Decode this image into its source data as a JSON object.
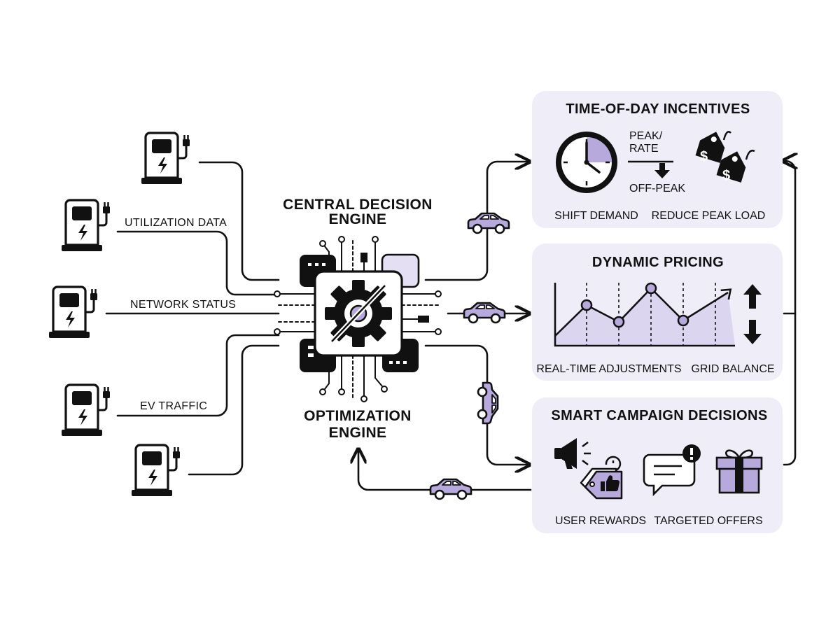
{
  "inputs": {
    "utilization": "UTILIZATION DATA",
    "network": "NETWORK STATUS",
    "traffic": "EV TRAFFIC"
  },
  "center": {
    "top_line1": "CENTRAL DECISION",
    "top_line2": "ENGINE",
    "bottom_line1": "OPTIMIZATION",
    "bottom_line2": "ENGINE"
  },
  "panels": {
    "tod": {
      "title": "TIME-OF-DAY INCENTIVES",
      "peak_line1": "PEAK/",
      "peak_line2": "RATE",
      "offpeak": "OFF-PEAK",
      "left_caption": "SHIFT DEMAND",
      "right_caption": "REDUCE PEAK LOAD"
    },
    "pricing": {
      "title": "DYNAMIC PRICING",
      "left_caption": "REAL-TIME ADJUSTMENTS",
      "right_caption": "GRID BALANCE"
    },
    "campaign": {
      "title": "SMART CAMPAIGN DECISIONS",
      "left_caption": "USER REWARDS",
      "right_caption": "TARGETED OFFERS"
    }
  },
  "colors": {
    "accent": "#b8a9dc",
    "panel_bg": "#efedf8",
    "ink": "#111111"
  },
  "icons": [
    "charging-station-icon",
    "chip-icon",
    "gear-icon",
    "car-icon",
    "clock-icon",
    "price-tag-icon",
    "line-chart-icon",
    "arrow-up-icon",
    "arrow-down-icon",
    "megaphone-icon",
    "thumbs-up-icon",
    "chat-alert-icon",
    "gift-icon"
  ]
}
